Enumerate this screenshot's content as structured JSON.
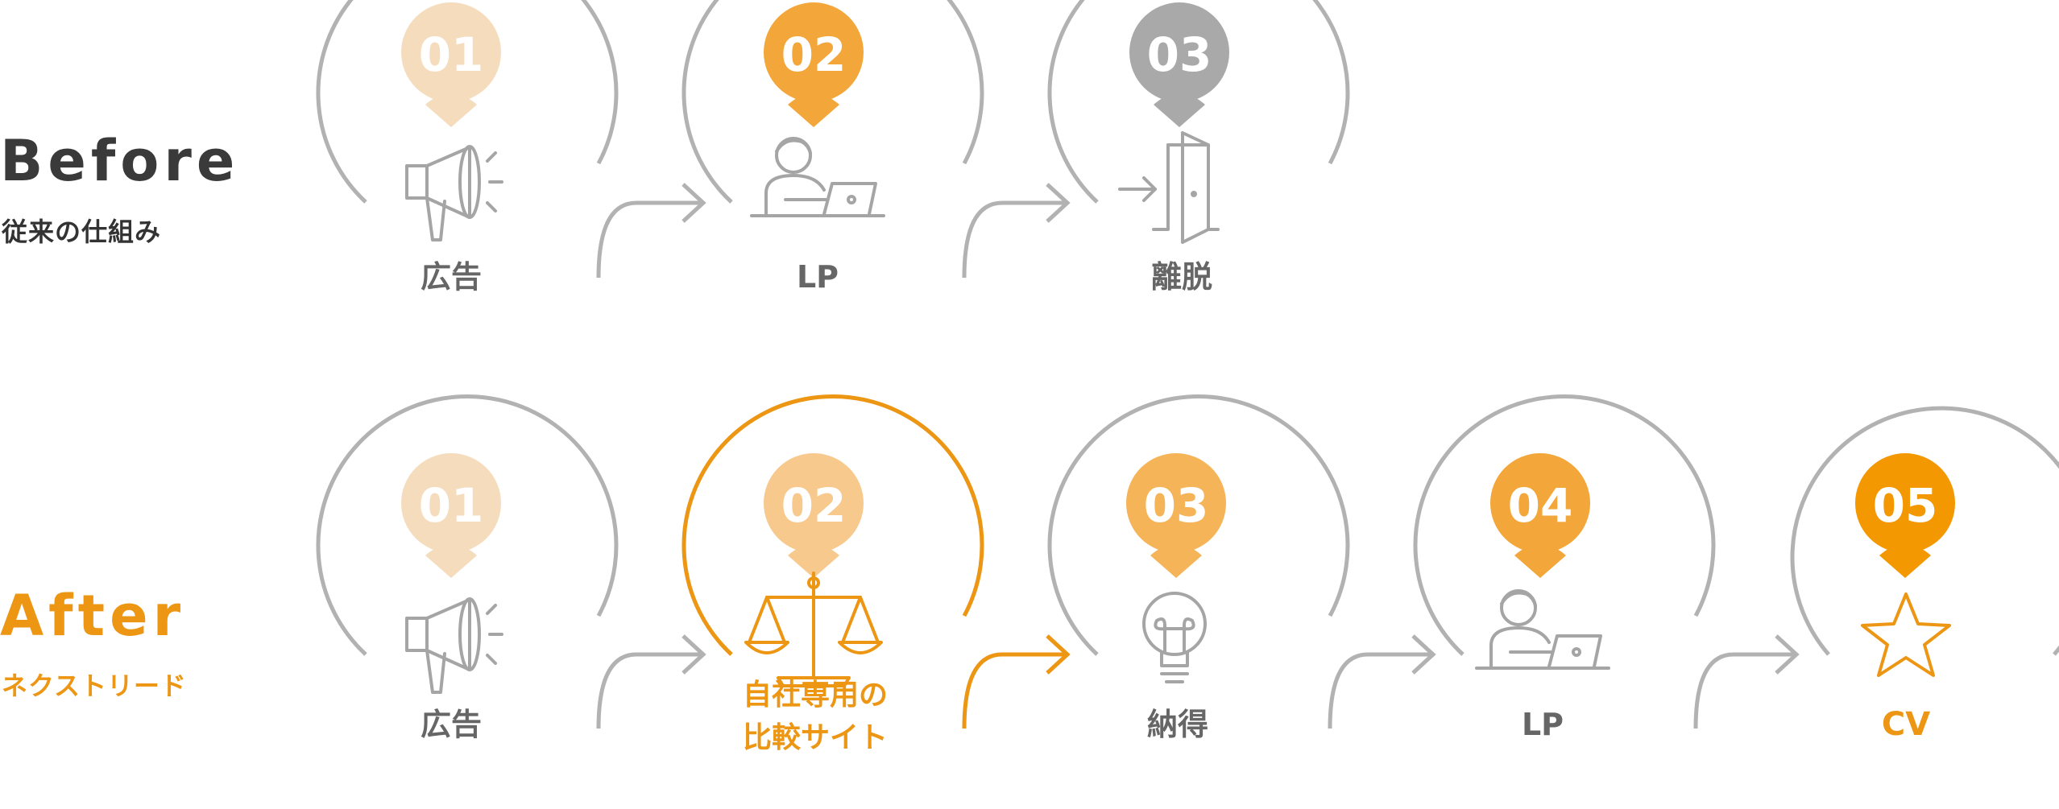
{
  "colors": {
    "gray": "#b2b2b2",
    "text_gray": "#666666",
    "orange": "#ec9613",
    "orange_mid": "#f3a73a",
    "badge_light": "#f5dcbd",
    "badge_soft": "#f7c98d",
    "badge_mid": "#f5b458",
    "badge_strong": "#f39800",
    "badge_gray": "#a9a9a9"
  },
  "before": {
    "heading": "Before",
    "subheading": "従来の仕組み",
    "steps": [
      {
        "number": "01",
        "label": "広告",
        "icon": "megaphone-icon"
      },
      {
        "number": "02",
        "label": "LP",
        "icon": "person-at-laptop-icon"
      },
      {
        "number": "03",
        "label": "離脱",
        "icon": "exit-door-icon"
      }
    ]
  },
  "after": {
    "heading": "After",
    "subheading": "ネクストリード",
    "steps": [
      {
        "number": "01",
        "label": "広告",
        "icon": "megaphone-icon"
      },
      {
        "number": "02",
        "label_line1": "自社専用の",
        "label_line2": "比較サイト",
        "icon": "balance-scale-icon"
      },
      {
        "number": "03",
        "label": "納得",
        "icon": "lightbulb-icon"
      },
      {
        "number": "04",
        "label": "LP",
        "icon": "person-at-laptop-icon"
      },
      {
        "number": "05",
        "label": "CV",
        "icon": "star-icon"
      }
    ]
  }
}
